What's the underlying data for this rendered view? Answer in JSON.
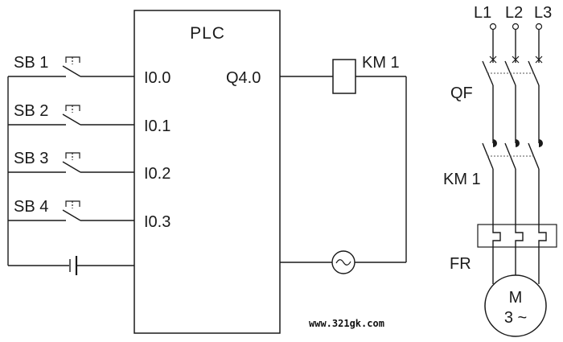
{
  "plc": {
    "title": "PLC"
  },
  "inputs": [
    {
      "button": "SB 1",
      "terminal": "I0.0"
    },
    {
      "button": "SB 2",
      "terminal": "I0.1"
    },
    {
      "button": "SB 3",
      "terminal": "I0.2"
    },
    {
      "button": "SB 4",
      "terminal": "I0.3"
    }
  ],
  "output": {
    "terminal": "Q4.0",
    "coil": "KM 1"
  },
  "power": {
    "phases": [
      "L1",
      "L2",
      "L3"
    ],
    "breaker": "QF",
    "contactor": "KM 1",
    "overload": "FR"
  },
  "motor": {
    "letter": "M",
    "spec": "3 ~"
  },
  "watermark": "www.321gk.com"
}
